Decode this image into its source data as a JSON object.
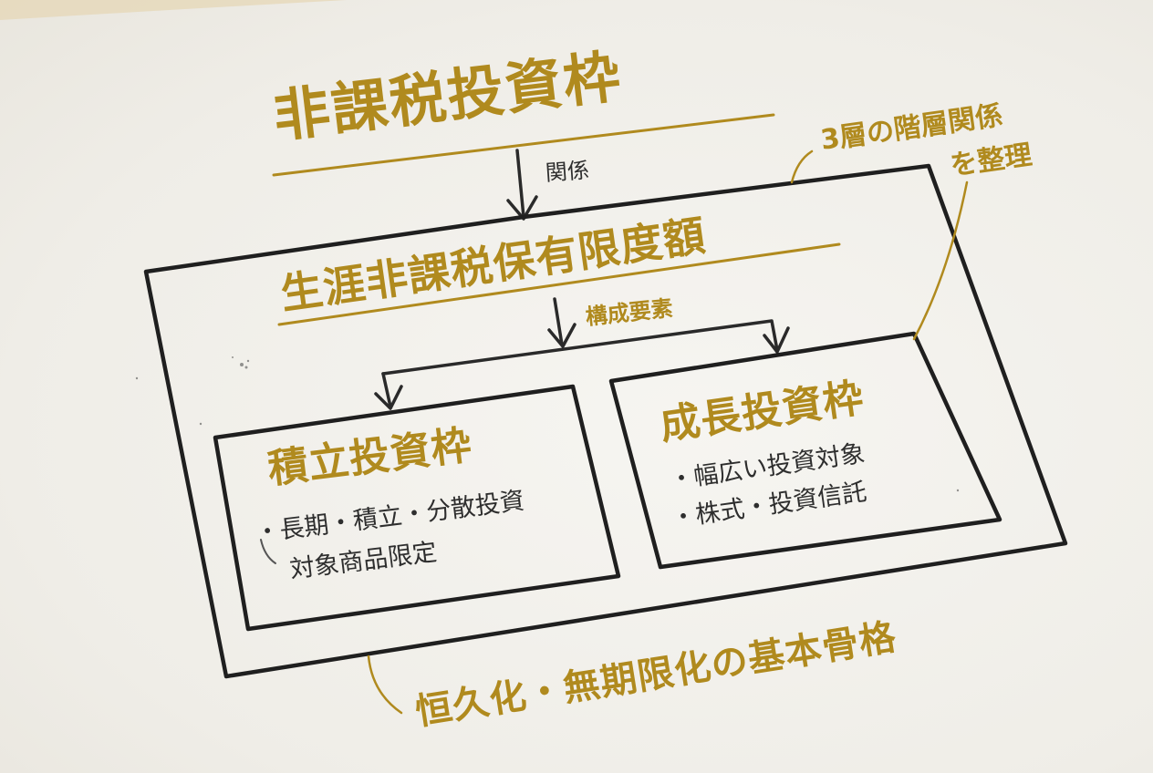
{
  "diagram": {
    "title": "非課税投資枠",
    "relation_label": "関係",
    "annotation_top": {
      "line1": "3層の階層関係",
      "line2": "を整理"
    },
    "middle_node": {
      "title": "生涯非課税保有限度額",
      "components_label": "構成要素"
    },
    "left_box": {
      "title": "積立投資枠",
      "items": [
        "・長期・積立・分散投資",
        "対象商品限定"
      ]
    },
    "right_box": {
      "title": "成長投資枠",
      "items": [
        "・幅広い投資対象",
        "・株式・投資信託"
      ]
    },
    "footer_annotation": "恒久化・無期限化の基本骨格"
  },
  "colors": {
    "gold_text": "#b08a1e",
    "ink": "#2e2e2e",
    "paper": "#f2f0ea"
  }
}
